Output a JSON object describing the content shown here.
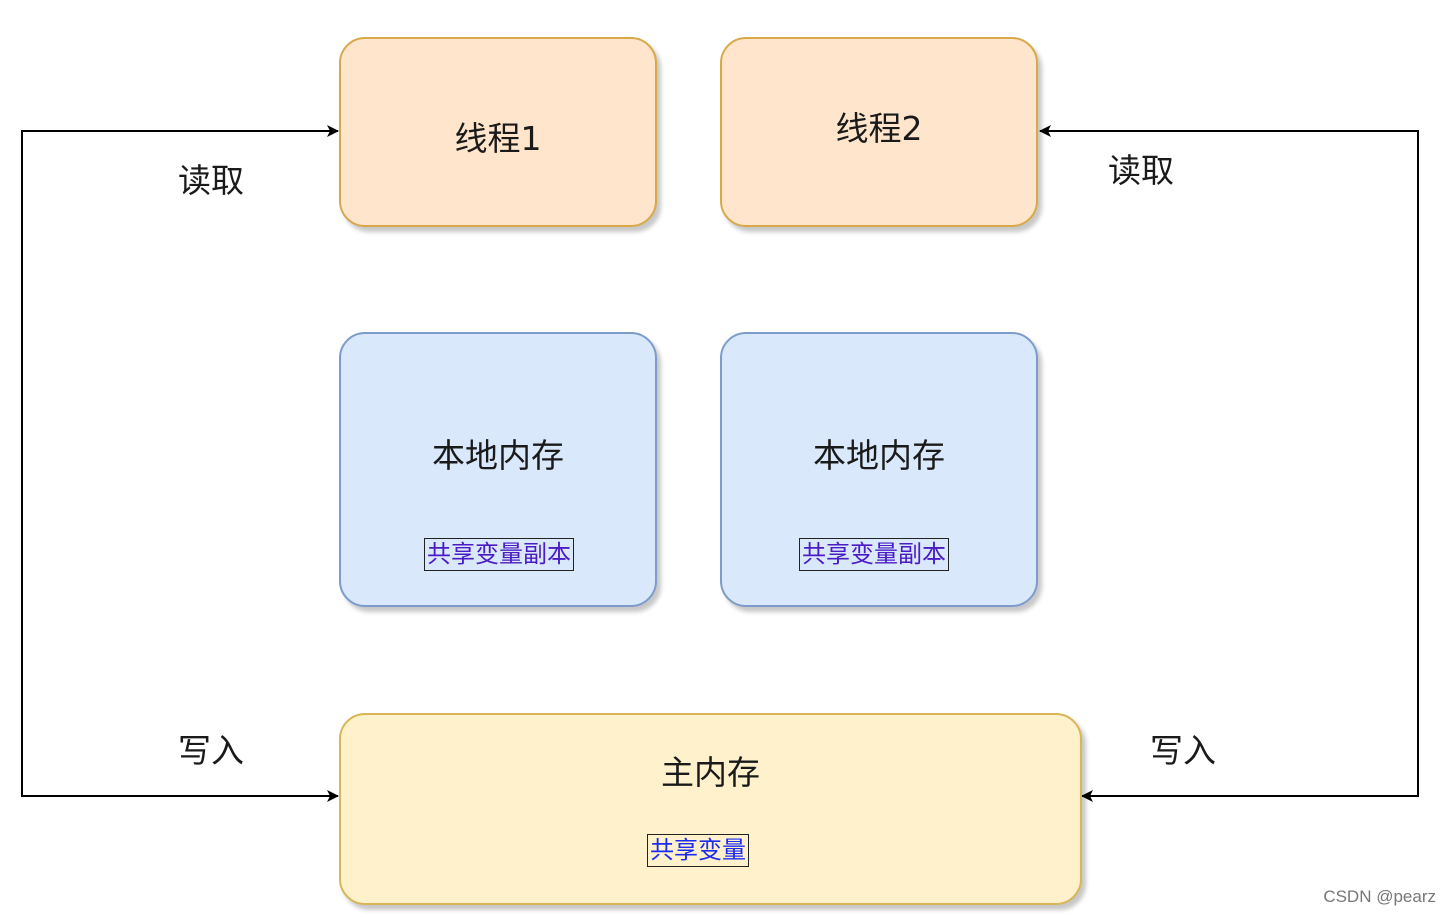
{
  "threads": [
    {
      "title": "线程1"
    },
    {
      "title": "线程2"
    }
  ],
  "local_memories": [
    {
      "title": "本地内存",
      "tag": "共享变量副本"
    },
    {
      "title": "本地内存",
      "tag": "共享变量副本"
    }
  ],
  "main_memory": {
    "title": "主内存",
    "tag": "共享变量"
  },
  "edges": {
    "read_left": "读取",
    "read_right": "读取",
    "write_left": "写入",
    "write_right": "写入"
  },
  "watermark": "CSDN @pearz",
  "colors": {
    "thread_fill": "#ffe5cb",
    "thread_border": "#d8a94a",
    "local_fill": "#d9e8fb",
    "local_border": "#7d9ccc",
    "main_fill": "#fff1cc",
    "main_border": "#d8b658",
    "tag_text_local": "#4b1bc6",
    "tag_text_main": "#1b2bf0"
  }
}
